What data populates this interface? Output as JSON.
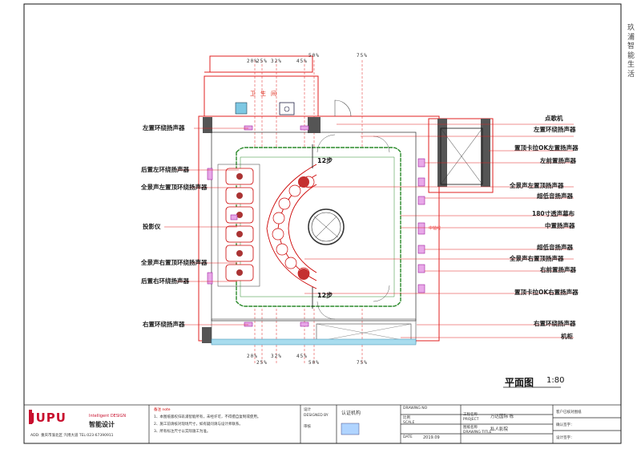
{
  "drawing": {
    "title": "平面图",
    "scale": "1:80",
    "room_name": "卫生间",
    "step_label": "12步",
    "screen_tag": "中轴线",
    "percent_marks": [
      "20%",
      "25%",
      "32%",
      "45%",
      "50%",
      "75%"
    ],
    "brand_vertical": "玖 浦 智 能 生 活"
  },
  "labels_left": [
    "左置环绕扬声器",
    "后置左环绕扬声器",
    "全景声左置顶环绕扬声器",
    "投影仪",
    "全景声右置顶环绕扬声器",
    "后置右环绕扬声器",
    "右置环绕扬声器"
  ],
  "labels_right": [
    "点歌机",
    "左置环绕扬声器",
    "置顶卡拉OK左置扬声器",
    "左前置扬声器",
    "全景声左置顶扬声器",
    "超低音扬声器",
    "180寸透声幕布",
    "中置扬声器",
    "超低音扬声器",
    "全景声右置顶扬声器",
    "右前置扬声器",
    "置顶卡拉OK右置扬声器",
    "右置环绕扬声器",
    "机柜"
  ],
  "title_block": {
    "logo": "JUPU",
    "brand_en": "Intelligent DESIGN",
    "brand_zh": "智能设计",
    "address": "ADD: 重庆市渝北区 汽博大道 TEL:023-67390911",
    "notes_title": "备注 note",
    "notes": [
      "1、本图纸版权归玖浦智能所有，未经许可，不得擅自复制或使用。",
      "2、施工前请核对现场尺寸，如有疑问请与设计师联系。",
      "3、所有标注尺寸以实际施工为准。"
    ],
    "design_label": "设计",
    "designed_by": "DESIGNED BY",
    "check_label": "审核",
    "stamp_label": "认证机构",
    "drawing_no_label": "DRAWING NO",
    "scale_label": "比例",
    "scale_en": "SCALE",
    "date_label": "DATE",
    "date_value": "2019.09",
    "project_label": "工程名称",
    "project_en": "PROJECT",
    "project_value": "万达国际 栋",
    "drawing_title_label": "图纸名称",
    "drawing_title_en": "DRAWING TITLE",
    "drawing_title_value": "私人影院",
    "right_col": [
      "客户已核对图纸",
      "确认签字：",
      "设计签字："
    ]
  }
}
